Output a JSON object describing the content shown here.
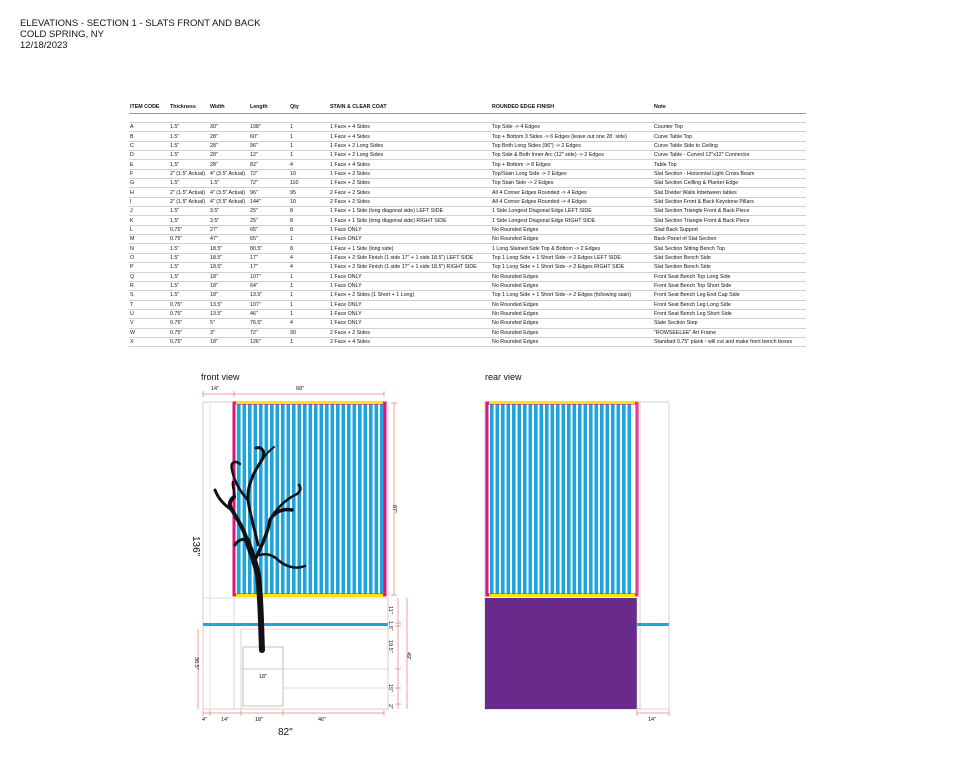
{
  "header": {
    "title": "ELEVATIONS - SECTION 1 - SLATS FRONT AND BACK",
    "location": "COLD SPRING, NY",
    "date": "12/18/2023"
  },
  "table": {
    "headers": [
      "ITEM CODE",
      "Thickness",
      "Width",
      "Length",
      "Qty",
      "STAIN & CLEAR COAT",
      "ROUNDED EDGE FINISH",
      "Note"
    ],
    "rows": [
      [
        "A",
        "1.5\"",
        "30\"",
        "108\"",
        "1",
        "1 Face + 4 Sides",
        "Top Side -> 4 Edges",
        "Counter Top"
      ],
      [
        "B",
        "1.5\"",
        "28\"",
        "60\"",
        "1",
        "1 Face + 4 Sides",
        "Top + Bottom 3 Sides -> 6 Edges (leave out one 28` side)",
        "Curve Table Top"
      ],
      [
        "C",
        "1.5\"",
        "28\"",
        "96\"",
        "1",
        "1 Face + 2 Long Sides",
        "Top Both Long Sides (96\") -> 2 Edges",
        "Curve Table Side to Ceiling"
      ],
      [
        "D",
        "1.5\"",
        "28\"",
        "12\"",
        "1",
        "1 Face + 2 Long Sides",
        "Top Side & Both Inner Arc (12\" side) -> 2 Edges",
        "Curve Table - Curved 12\"x12\" Connector"
      ],
      [
        "E",
        "1.5\"",
        "28\"",
        "82\"",
        "4",
        "1 Face + 4 Sides",
        "Top + Bottom -> 8 Edges",
        "Table Top"
      ],
      [
        "F",
        "2\" (1.5\" Actual)",
        "4\" (3.5\" Actual)",
        "72\"",
        "10",
        "1 Face + 2 Sides",
        "Top/Stain Long Side -> 2 Edges",
        "Slat Section - Horizontal Light Cross Beam"
      ],
      [
        "G",
        "1.5\"",
        "1.5\"",
        "72\"",
        "110",
        "1 Face + 2 Sides",
        "Top Stain Side -> 2 Edges",
        "Slat Section Ceilling & Planter Edge"
      ],
      [
        "H",
        "2\" (1.5\" Actual)",
        "4\" (3.5\" Actual)",
        "96\"",
        "95",
        "2 Face + 2 Sides",
        "All 4 Corner Edges Rounded -> 4 Edges",
        "Slat Divider Walls Inbetween tables"
      ],
      [
        "I",
        "2\" (1.5\" Actual)",
        "4\" (3.5\" Actual)",
        "144\"",
        "10",
        "2 Face + 2 Sides",
        "All 4 Corner Edges Rounded -> 4 Edges",
        "Slat Section Front & Back Keystone Pillars"
      ],
      [
        "J",
        "1.5\"",
        "3.5\"",
        "25\"",
        "8",
        "1 Face + 1 Side (long diagonal side) LEFT SIDE",
        "1 Side Longest Diagonal Edge LEFT SIDE",
        "Slat Section Triangle Front & Back Piece"
      ],
      [
        "K",
        "1.5\"",
        "3.5\"",
        "25\"",
        "8",
        "1 Face + 1 Side (long diagonal side) RIGHT SIDE",
        "1 Side Longest Diagonal Edge RIGHT SIDE",
        "Slat Section Triangle Front & Back Piece"
      ],
      [
        "L",
        "0.75\"",
        "27\"",
        "65\"",
        "8",
        "1 Face ONLY",
        "No Rounded Edges",
        "Slad Back Support"
      ],
      [
        "M",
        "0.75\"",
        "47\"",
        "65\"",
        "1",
        "1 Face ONLY",
        "No Rounded Edges",
        "Back Panel of Slat Section"
      ],
      [
        "N",
        "1.5\"",
        "18.5\"",
        "80.5\"",
        "8",
        "1 Face + 1 Side (long side)",
        "1 Long Stained Side Top & Bottom -> 2 Edges",
        "Slat Section Sitting Bench Top"
      ],
      [
        "O",
        "1.5\"",
        "18.5\"",
        "17\"",
        "4",
        "1 Face + 2 Side Finish  (1 side 17\" + 1 side 18.5\") LEFT SIDE",
        "Top 1 Long Side + 1 Short Side -> 2 Edges LEFT SIDE",
        "Slat Section Bench Side"
      ],
      [
        "P",
        "1.5\"",
        "18.5\"",
        "17\"",
        "4",
        "1 Face + 2 Side Finish  (1 side 17\" + 1 side 18.5\") RIGHT SIDE",
        "Top 1 Long Side + 1 Short Side -> 2 Edges RIGHT SIDE",
        "Slat Section Bench Side"
      ],
      [
        "Q",
        "1.5\"",
        "18\"",
        "107\"",
        "1",
        "1 Face ONLY",
        "No Rounded Edges",
        "Front Seat Bench Top Long Side"
      ],
      [
        "R",
        "1.5\"",
        "18\"",
        "64\"",
        "1",
        "1 Face ONLY",
        "No Rounded Edges",
        "Front Seat Bench Top Short Side"
      ],
      [
        "S",
        "1.5\"",
        "18\"",
        "13.5\"",
        "1",
        "1 Face + 2 Sides (1 Short + 1 Long)",
        "Top 1 Long Side + 1 Short Side -> 2 Edges (following stain)",
        "Front Seat Bench Leg End Cap Side"
      ],
      [
        "T",
        "0.75\"",
        "13.5\"",
        "107\"",
        "1",
        "1 Face ONLY",
        "No Rounded Edges",
        "Front Seat Bench Leg Long Side"
      ],
      [
        "U",
        "0.75\"",
        "13.5\"",
        "46\"",
        "1",
        "1 Face ONLY",
        "No Rounded Edges",
        "Front Seat Bench Leg Short Side"
      ],
      [
        "V",
        "0.75\"",
        "5\"",
        "76.5\"",
        "4",
        "1 Face ONLY",
        "No Rounded Edges",
        "Slate Section Step"
      ],
      [
        "W",
        "0.75\"",
        "3\"",
        "72\"",
        "30",
        "2 Face + 2 Sides",
        "No Rounded Edges",
        "\"ROWSEELEE\" Art Frame"
      ],
      [
        "X",
        "0.75\"",
        "18\"",
        "126\"",
        "1",
        "2 Face + 4 Sides",
        "No Rounded Edges",
        "Standard 0.75\" plank - will cut and make front bench boxes"
      ]
    ]
  },
  "front_view": {
    "label": "front view",
    "dims": {
      "top_left": "14\"",
      "top_right": "68\"",
      "overall_height": "136\"",
      "slat_height": "87\"",
      "right_11": "11\"",
      "right_1_5": "1.5\"",
      "right_19_5": "19.5\"",
      "right_49": "49\"",
      "right_15": "15\"",
      "right_2": "2\"",
      "left_36_5": "36.5\"",
      "box_18": "18\"",
      "bottom_4": "4\"",
      "bottom_14": "14\"",
      "bottom_18": "18\"",
      "bottom_46": "46\"",
      "overall_width": "82\""
    }
  },
  "rear_view": {
    "label": "rear view",
    "dims": {
      "bottom_14": "14\""
    }
  },
  "colors": {
    "slat_blue": "#1ea5dd",
    "frame_magenta": "#e0157a",
    "frame_yellow": "#ffe500",
    "back_panel_purple": "#6a2a8c",
    "tree_black": "#111111",
    "dimension_red": "#e0403a"
  }
}
